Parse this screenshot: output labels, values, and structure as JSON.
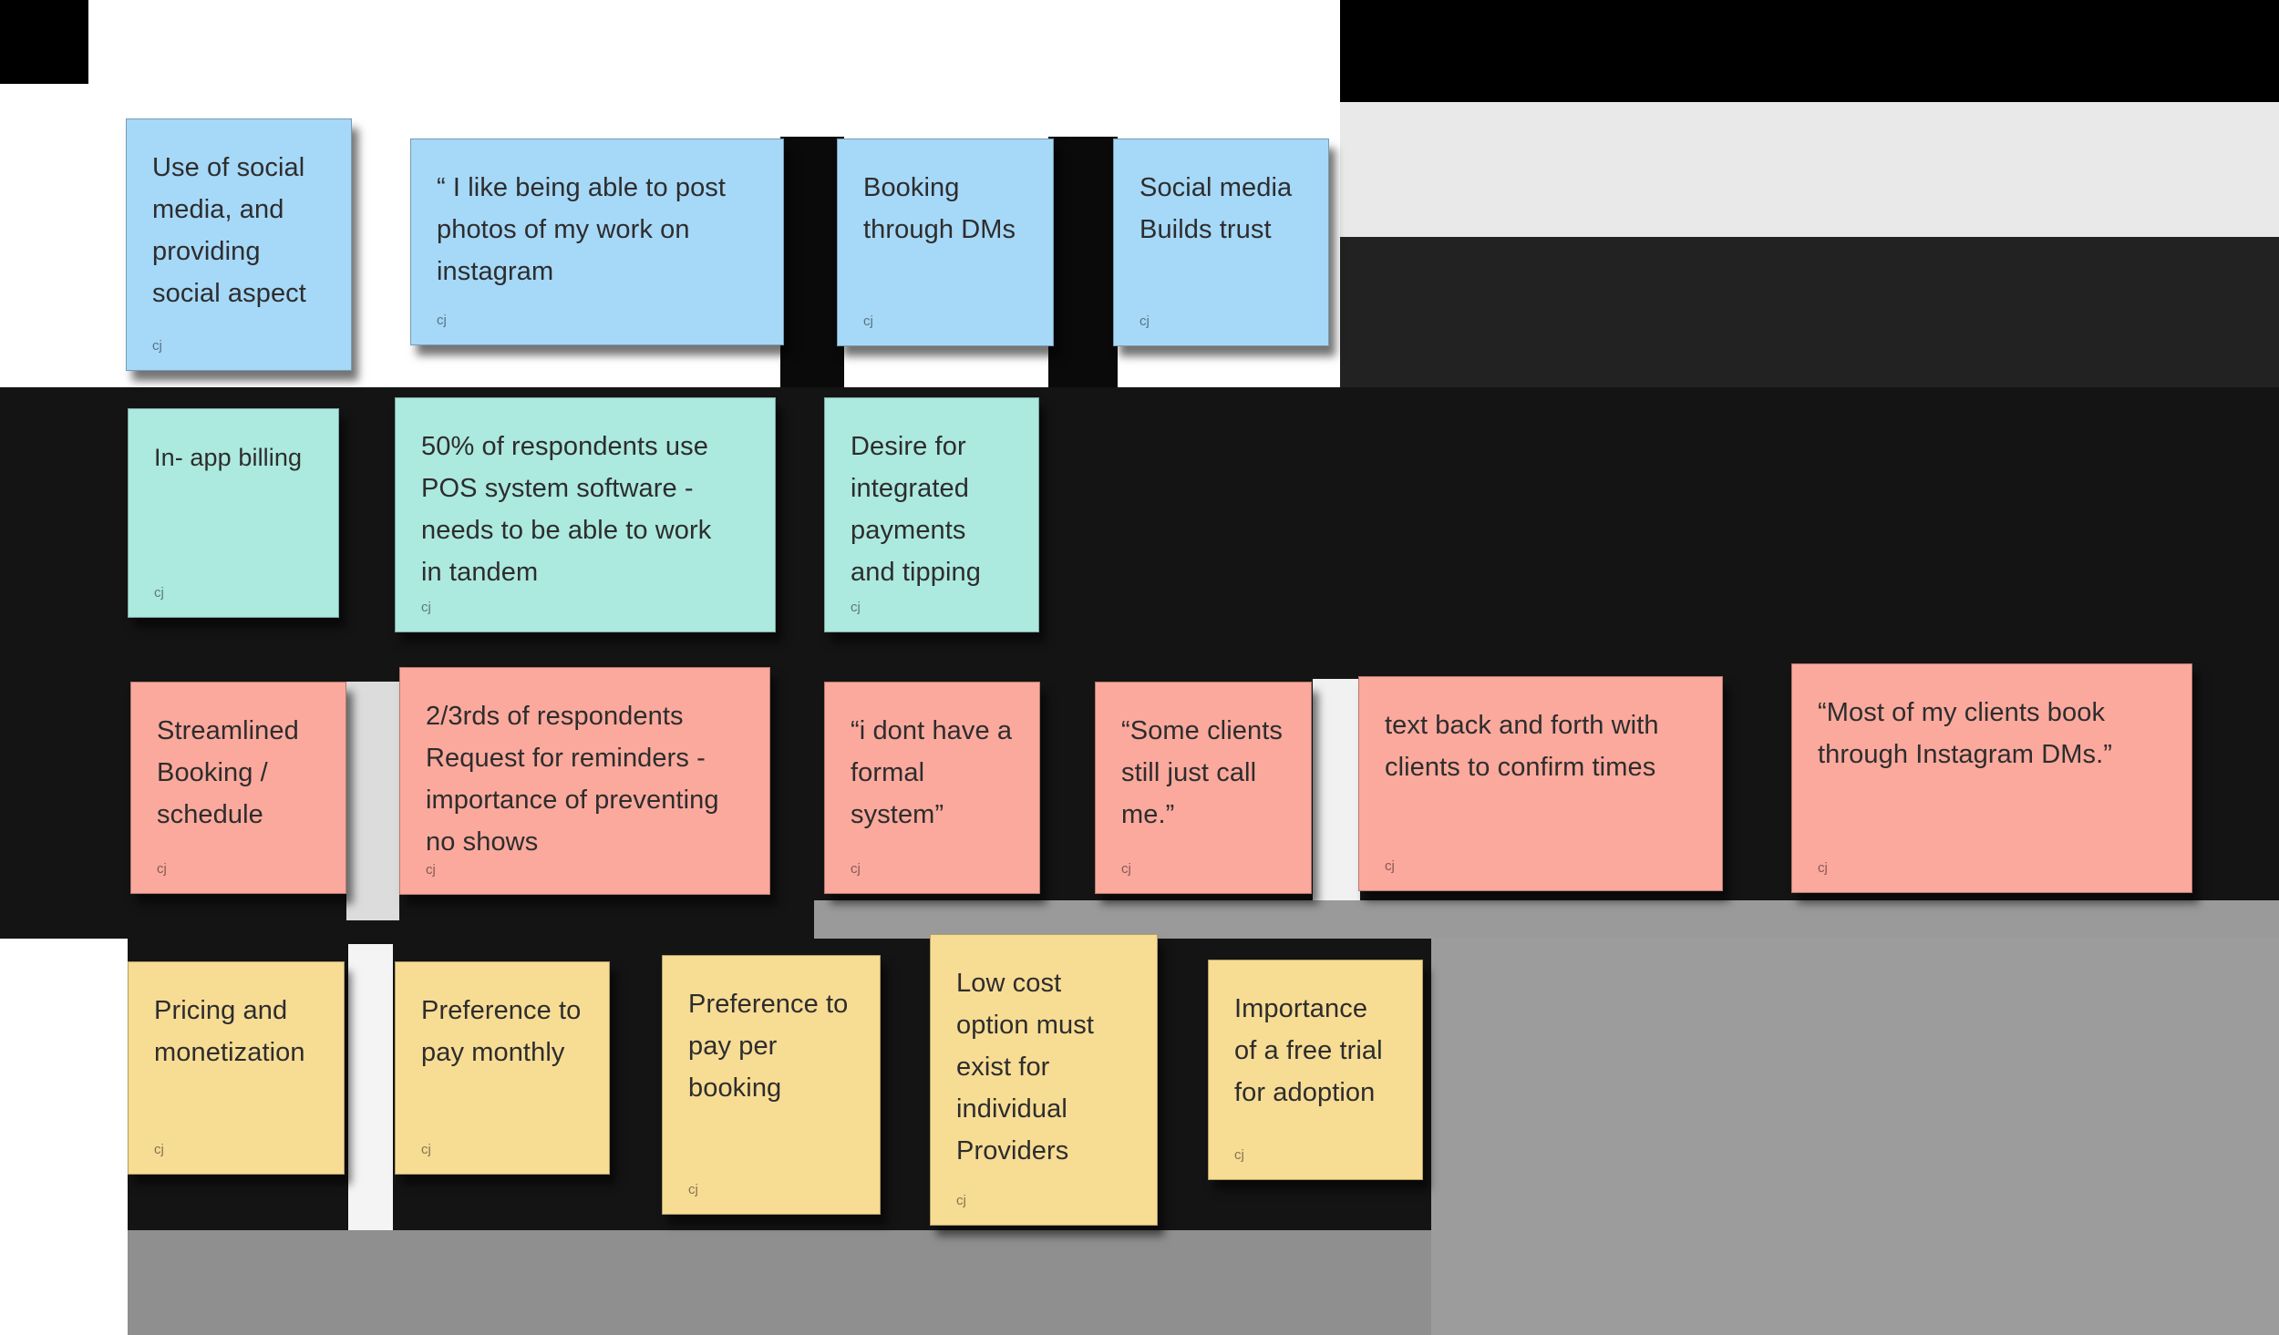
{
  "colors": {
    "blue": "#a6d8f8",
    "teal": "#ace9df",
    "red": "#fba99d",
    "yellow": "#f7dc94",
    "ink": "#2d2d2d"
  },
  "notes": [
    {
      "text": "Use of social\nmedia, and\nproviding\nsocial aspect",
      "color": "blue",
      "author": "cj"
    },
    {
      "text": "“ I like being able to post\nphotos of my work on\ninstagram",
      "color": "blue",
      "author": "cj"
    },
    {
      "text": "Booking\nthrough DMs",
      "color": "blue",
      "author": "cj"
    },
    {
      "text": "Social media\nBuilds trust",
      "color": "blue",
      "author": "cj"
    },
    {
      "text": "In- app billing",
      "color": "teal",
      "author": "cj"
    },
    {
      "text": "50% of respondents use\nPOS system software -\nneeds to be able to work\nin tandem",
      "color": "teal",
      "author": "cj"
    },
    {
      "text": "Desire for\nintegrated\npayments\nand tipping",
      "color": "teal",
      "author": "cj"
    },
    {
      "text": "Streamlined\nBooking /\nschedule",
      "color": "red",
      "author": "cj"
    },
    {
      "text": "2/3rds of respondents\nRequest for reminders -\nimportance of preventing\nno shows",
      "color": "red",
      "author": "cj"
    },
    {
      "text": "“i dont have a\nformal\nsystem”",
      "color": "red",
      "author": "cj"
    },
    {
      "text": "“Some clients\nstill just call\nme.”",
      "color": "red",
      "author": "cj"
    },
    {
      "text": "text back and forth with\nclients to confirm times",
      "color": "red",
      "author": "cj"
    },
    {
      "text": "“Most of my clients book\nthrough Instagram DMs.”",
      "color": "red",
      "author": "cj"
    },
    {
      "text": "Pricing and\nmonetization",
      "color": "yellow",
      "author": "cj"
    },
    {
      "text": "Preference to\npay monthly",
      "color": "yellow",
      "author": "cj"
    },
    {
      "text": "Preference to\npay per\nbooking",
      "color": "yellow",
      "author": "cj"
    },
    {
      "text": "Low cost\noption must\nexist for\nindividual\nProviders",
      "color": "yellow",
      "author": "cj"
    },
    {
      "text": "Importance\nof a free trial\nfor adoption",
      "color": "yellow",
      "author": "cj"
    }
  ]
}
